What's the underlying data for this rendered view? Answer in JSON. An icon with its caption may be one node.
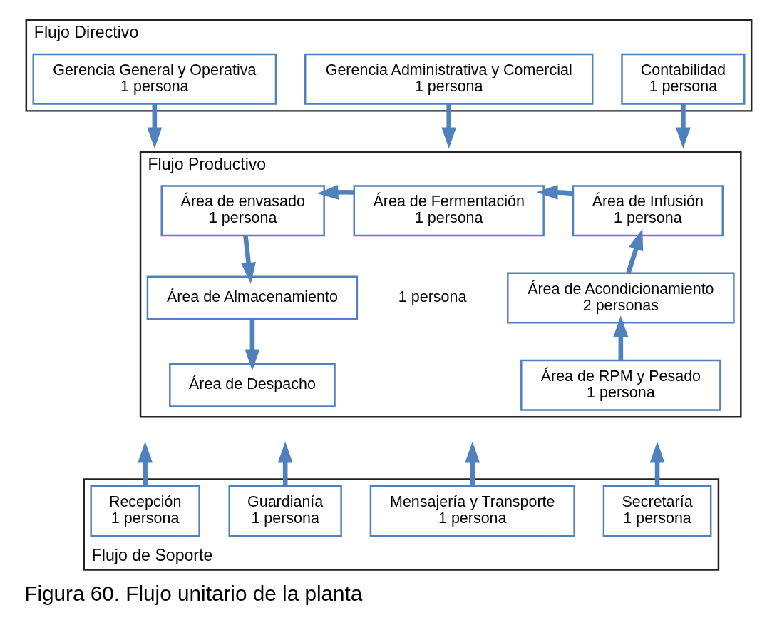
{
  "diagram": {
    "caption": "Figura 60. Flujo unitario de la planta",
    "nodes": [
      {
        "text": [
          "Flujo Directivo"
        ]
      },
      {
        "text": [
          "Gerencia General y Operativa",
          "1 persona"
        ],
        "in": 0
      },
      {
        "text": [
          "Gerencia Administrativa y Comercial",
          "1 persona"
        ],
        "in": 0
      },
      {
        "text": [
          "Contabilidad",
          "1 persona"
        ],
        "in": 0
      },
      {
        "text": [
          "Flujo Productivo"
        ]
      },
      {
        "text": [
          "Área de envasado",
          "1 persona"
        ],
        "in": 4
      },
      {
        "text": [
          "Área de Fermentación",
          "1 persona"
        ],
        "in": 4
      },
      {
        "text": [
          "Área de Infusión",
          "1 persona"
        ],
        "in": 4
      },
      {
        "text": [
          "Área de Almacenamiento"
        ],
        "in": 4
      },
      {
        "text": [
          "Área de Acondicionamiento",
          "2 personas"
        ],
        "in": 4
      },
      {
        "text": [
          "Área de Despacho"
        ],
        "in": 4
      },
      {
        "text": [
          "Área de RPM y Pesado",
          "1 persona"
        ],
        "in": 4
      },
      {
        "text": [
          "Flujo de Soporte"
        ]
      },
      {
        "text": [
          "Recepción",
          "1 persona"
        ],
        "in": 12
      },
      {
        "text": [
          "Guardianía",
          "1 persona"
        ],
        "in": 12
      },
      {
        "text": [
          "Mensajería y Transporte",
          "1 persona"
        ],
        "in": 12
      },
      {
        "text": [
          "Secretaría",
          "1 persona"
        ],
        "in": 12
      }
    ],
    "edges": [
      {
        "from": 1,
        "to": null,
        "arrow": "to"
      },
      {
        "from": 2,
        "to": null,
        "arrow": "to"
      },
      {
        "from": 3,
        "to": null,
        "arrow": "to"
      },
      {
        "from": 7,
        "to": 6,
        "arrow": "to"
      },
      {
        "from": 6,
        "to": 5,
        "arrow": "to"
      },
      {
        "from": 5,
        "to": 8,
        "arrow": "to"
      },
      {
        "from": 8,
        "to": 10,
        "arrow": "to"
      },
      {
        "from": 11,
        "to": 9,
        "arrow": "to"
      },
      {
        "from": 9,
        "to": 7,
        "arrow": "to"
      },
      {
        "from": 13,
        "to": null,
        "arrow": "to"
      },
      {
        "from": 14,
        "to": null,
        "arrow": "to"
      },
      {
        "from": 15,
        "to": null,
        "arrow": "to"
      },
      {
        "from": 16,
        "to": null,
        "arrow": "to"
      }
    ],
    "labels": [
      "1 persona"
    ]
  }
}
